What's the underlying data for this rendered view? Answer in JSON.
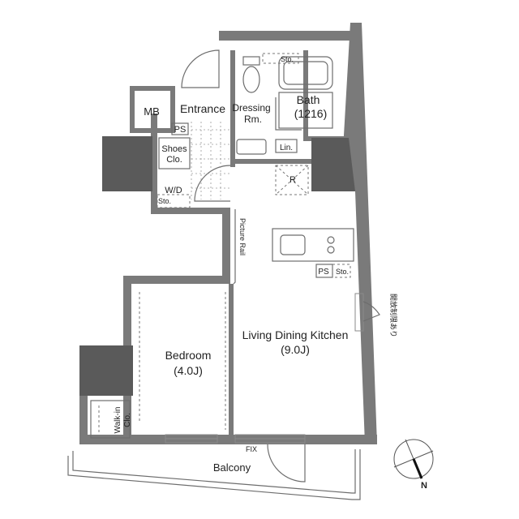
{
  "rooms": {
    "mb": "MB",
    "entrance": "Entrance",
    "dressing_line1": "Dressing",
    "dressing_line2": "Rm.",
    "bath_line1": "Bath",
    "bath_line2": "(1216)",
    "ps_top": "PS",
    "shoes_line1": "Shoes",
    "shoes_line2": "Clo.",
    "wd": "W/D",
    "sto_wd": "Sto.",
    "sto_bath": "Sto.",
    "lin": "Lin.",
    "r": "R",
    "picture_rail": "Picture Rail",
    "ps_kitchen": "PS",
    "sto_kitchen": "Sto.",
    "restriction_note": "開放制限あり",
    "ldk_line1": "Living Dining Kitchen",
    "ldk_line2": "(9.0J)",
    "bedroom_line1": "Bedroom",
    "bedroom_line2": "(4.0J)",
    "walkin_line1": "Walk-in",
    "walkin_line2": "Clo.",
    "fix": "FIX",
    "balcony": "Balcony"
  },
  "compass": {
    "label": "N"
  },
  "colors": {
    "wall": "#7a7a7a",
    "column": "#5a5a5a",
    "line": "#6d6d6d"
  }
}
